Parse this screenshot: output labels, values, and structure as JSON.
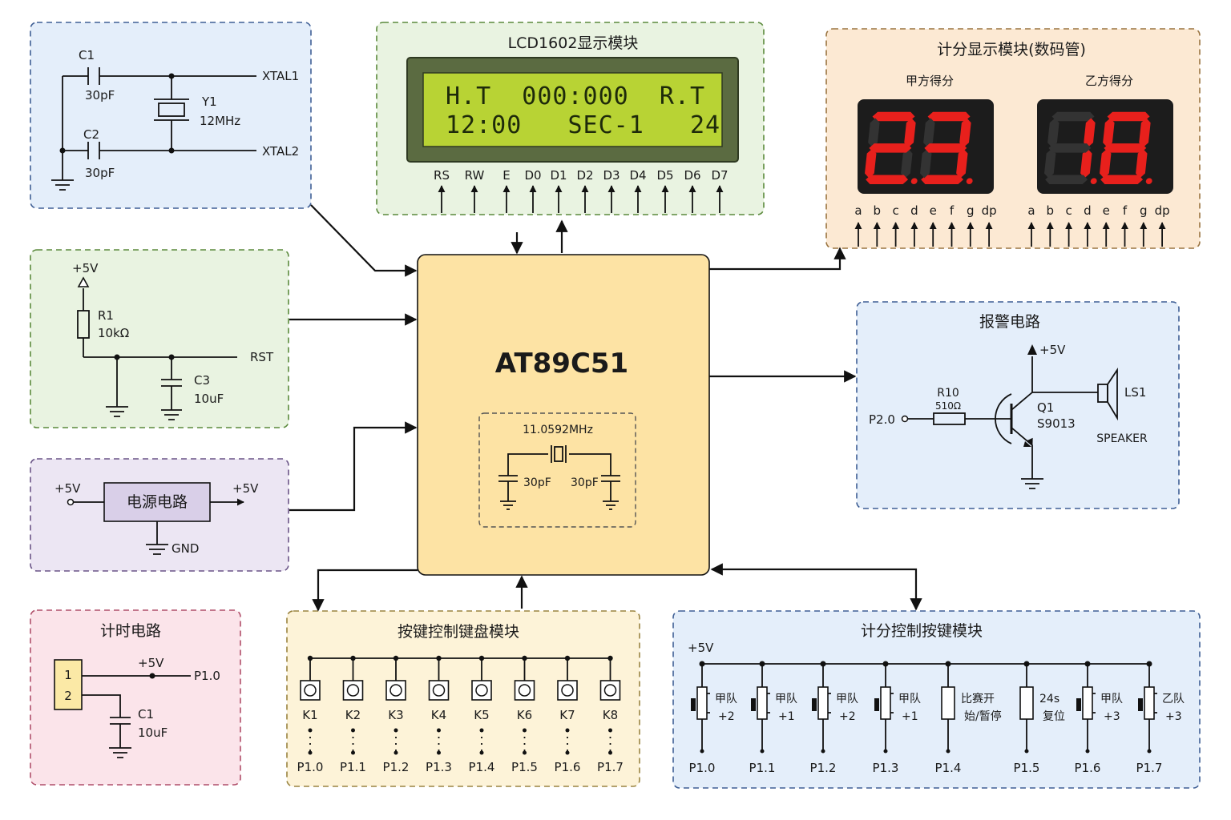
{
  "crystal": {
    "c1": "C1",
    "c1_val": "30pF",
    "c2": "C2",
    "c2_val": "30pF",
    "y1": "Y1",
    "y1_val": "12MHz",
    "xtal1": "XTAL1",
    "xtal2": "XTAL2"
  },
  "reset": {
    "vcc": "+5V",
    "r1": "R1",
    "r1_val": "10kΩ",
    "rst": "RST",
    "c3": "C3",
    "c3_val": "10uF"
  },
  "power": {
    "vin": "+5V",
    "title": "电源电路",
    "vout": "+5V",
    "gnd": "GND"
  },
  "timer": {
    "title": "计时电路",
    "pin1": "1",
    "pin2": "2",
    "vcc": "+5V",
    "p10": "P1.0",
    "c1": "C1",
    "c1_val": "10uF"
  },
  "lcd": {
    "title": "LCD1602显示模块",
    "line1": "H.T  000:000  R.T",
    "line2": "12:00   SEC-1   24",
    "pins": [
      "RS",
      "RW",
      "E",
      "D0",
      "D1",
      "D2",
      "D3",
      "D4",
      "D5",
      "D6",
      "D7"
    ]
  },
  "mcu": {
    "name": "AT89C51",
    "freq": "11.0592MHz",
    "cap_l": "30pF",
    "cap_r": "30pF"
  },
  "score_display": {
    "title": "计分显示模块(数码管)",
    "team_a": "甲方得分",
    "team_b": "乙方得分",
    "score_a": "23",
    "score_b": "18",
    "seg_pins": [
      "a",
      "b",
      "c",
      "d",
      "e",
      "f",
      "g",
      "dp"
    ]
  },
  "alarm": {
    "title": "报警电路",
    "vcc": "+5V",
    "r10": "R10",
    "r10_val": "510Ω",
    "q1": "Q1",
    "q1_model": "S9013",
    "ls1": "LS1",
    "speaker": "SPEAKER",
    "p20": "P2.0"
  },
  "keypad": {
    "title": "按键控制键盘模块",
    "keys": [
      "K1",
      "K2",
      "K3",
      "K4",
      "K5",
      "K6",
      "K7",
      "K8"
    ],
    "ports": [
      "P1.0",
      "P1.1",
      "P1.2",
      "P1.3",
      "P1.4",
      "P1.5",
      "P1.6",
      "P1.7"
    ]
  },
  "score_keys": {
    "title": "计分控制按键模块",
    "vcc": "+5V",
    "keys": [
      {
        "l1": "甲队",
        "l2": "+2",
        "port": "P1.0"
      },
      {
        "l1": "甲队",
        "l2": "+1",
        "port": "P1.1"
      },
      {
        "l1": "甲队",
        "l2": "+2",
        "port": "P1.2"
      },
      {
        "l1": "甲队",
        "l2": "+1",
        "port": "P1.3"
      },
      {
        "l1": "比赛开",
        "l2": "始/暂停",
        "port": "P1.4"
      },
      {
        "l1": "24s",
        "l2": "复位",
        "port": "P1.5"
      },
      {
        "l1": "甲队",
        "l2": "+3",
        "port": "P1.6"
      },
      {
        "l1": "乙队",
        "l2": "+3",
        "port": "P1.7"
      }
    ]
  },
  "colors": {
    "blue_box": "#e4eefa",
    "green_box": "#e9f3e1",
    "purple_box": "#ece6f3",
    "pink_box": "#fbe4ea",
    "yellow_box": "#fdf3d8",
    "orange_box": "#fce9d3",
    "mcu_fill": "#fde3a4",
    "lcd_screen": "#b8d334",
    "segment_red": "#e8201c"
  }
}
